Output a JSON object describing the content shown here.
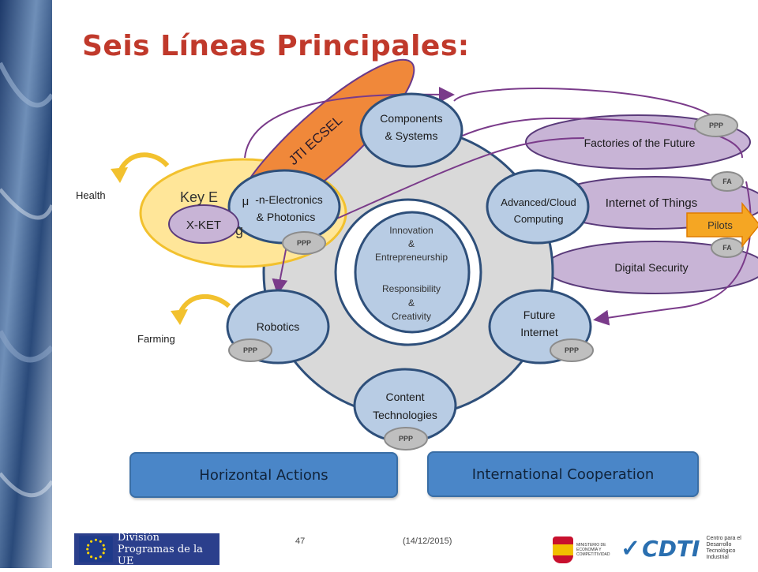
{
  "title": "Seis Líneas Principales:",
  "jti_label": "JTI ECSEL",
  "ket": {
    "label": "Key E",
    "label_tail": "g",
    "x_ket": "X-KET"
  },
  "side_labels": {
    "health": "Health",
    "farming": "Farming"
  },
  "center": {
    "line1": "Innovation",
    "amp1": "&",
    "line2": "Entrepreneurship",
    "line3": "Responsibility",
    "amp2": "&",
    "line4": "Creativity"
  },
  "nodes": {
    "components": {
      "line1": "Components",
      "line2": "& Systems"
    },
    "micro": {
      "prefix": "μ",
      "line1": "-n-Electronics",
      "line2": "& Photonics",
      "badge": "PPP"
    },
    "cloud": {
      "line1": "Advanced/Cloud",
      "line2": "Computing"
    },
    "robotics": {
      "line1": "Robotics",
      "badge": "PPP"
    },
    "future": {
      "line1": "Future",
      "line2": "Internet",
      "badge": "PPP"
    },
    "content": {
      "line1": "Content",
      "line2": "Technologies",
      "badge": "PPP"
    }
  },
  "right_items": {
    "factories": {
      "label": "Factories of the Future",
      "badge": "PPP"
    },
    "iot": {
      "label": "Internet of Things",
      "badge": "FA"
    },
    "security": {
      "label": "Digital Security",
      "badge": "FA"
    },
    "pilots": "Pilots"
  },
  "actions": {
    "horizontal": "Horizontal Actions",
    "international": "International Cooperation"
  },
  "footer": {
    "page": "47",
    "date": "(14/12/2015)",
    "eu_line1": "División",
    "eu_line2": "Programas de la UE",
    "ministry": "MINISTERIO DE ECONOMÍA Y COMPETITIVIDAD",
    "cdti": "CDTI",
    "cdti_sub": "Centro para el Desarrollo Tecnológico Industrial"
  },
  "colors": {
    "title": "#c0392b",
    "node_fill": "#b8cce4",
    "node_stroke": "#2e4f7a",
    "ring_fill": "#d9d9d9",
    "purple": "#c8b4d6",
    "orange": "#f0883a",
    "yellow": "#ffe699",
    "action": "#4a86c8"
  }
}
